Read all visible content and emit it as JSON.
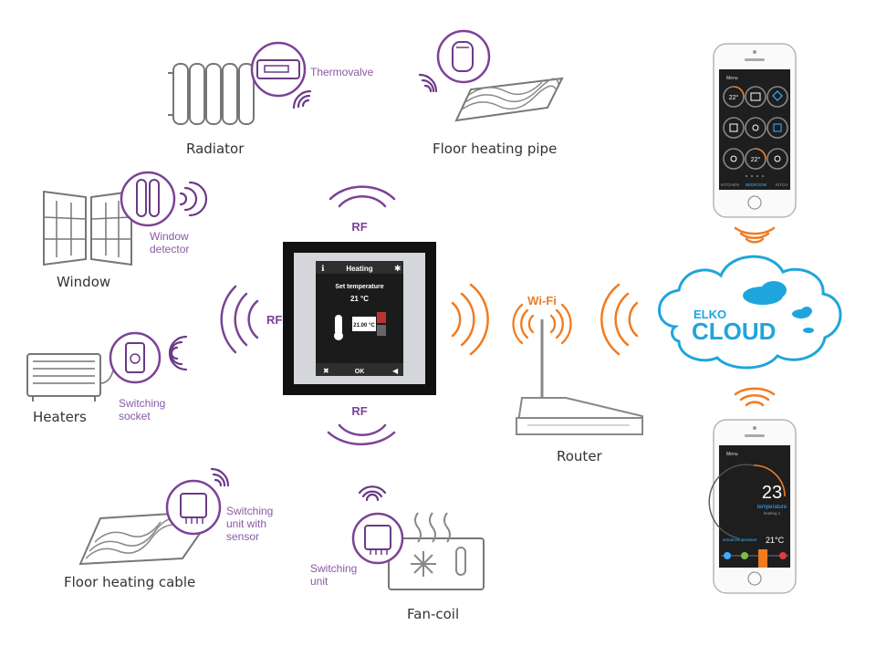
{
  "colors": {
    "purple": "#7b4397",
    "orange": "#f07b20",
    "cloud_blue": "#1fa5dc",
    "gray": "#7a7a7a"
  },
  "devices": {
    "radiator": {
      "label": "Radiator",
      "sublabel": [
        "Thermovalve"
      ]
    },
    "floor_pipe": {
      "label": "Floor heating pipe"
    },
    "window": {
      "label": "Window",
      "sublabel": [
        "Window",
        "detector"
      ]
    },
    "heaters": {
      "label": "Heaters",
      "sublabel": [
        "Switching",
        "socket"
      ]
    },
    "floor_cable": {
      "label": "Floor heating cable",
      "sublabel": [
        "Switching",
        "unit with",
        "sensor"
      ]
    },
    "fancoil": {
      "label": "Fan-coil",
      "sublabel": [
        "Switching",
        "unit"
      ]
    },
    "router": {
      "label": "Router"
    }
  },
  "links": {
    "rf_top": "RF",
    "rf_left": "RF",
    "rf_bottom": "RF",
    "wifi": "Wi-Fi"
  },
  "controller": {
    "title": "Heating",
    "set_label": "Set temperature",
    "set_value": "21 °C",
    "value_box": "21.00 °C",
    "ok": "OK"
  },
  "cloud": {
    "brand": "ELKO",
    "name": "CLOUD"
  },
  "phone_top": {
    "menu": "Menu",
    "tiles": [
      "22°",
      "",
      "",
      "",
      "",
      "",
      "22°",
      "",
      ""
    ],
    "tabs": [
      "KITCHEN",
      "BEDROOM",
      "KITCH"
    ]
  },
  "phone_bottom": {
    "menu": "Menu",
    "big_value": "23",
    "caption": "temperature",
    "subcaption": "heating 1",
    "actual_label": "actual temperature",
    "actual_value": "21°C"
  }
}
